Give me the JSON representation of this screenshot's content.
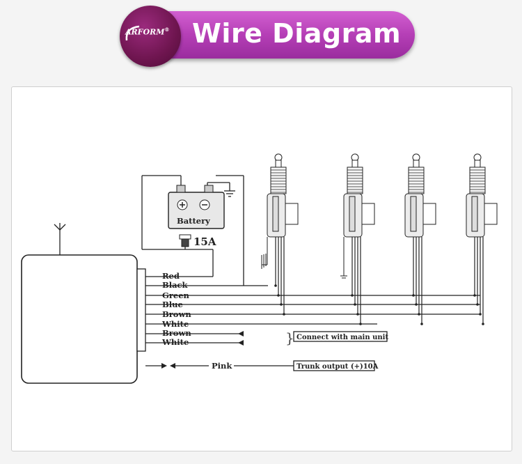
{
  "header": {
    "title": "Wire Diagram",
    "logo_text": "ARFORM",
    "logo_mark": "®"
  },
  "diagram": {
    "battery_label": "Battery",
    "fuse_label": "15A",
    "wires": {
      "red": "Red",
      "black": "Black",
      "green": "Green",
      "blue": "Blue",
      "brown": "Brown",
      "white": "White",
      "brown2": "Brown",
      "white2": "White",
      "pink": "Pink"
    },
    "brace": "}",
    "connect_label": "Connect with main unit",
    "trunk_label": "Trunk output (+)10A"
  },
  "colors": {
    "banner": "#b53fb6",
    "logo": "#6e154f",
    "line": "#222222"
  },
  "icons": [
    "antenna-icon",
    "battery-icon",
    "fuse-icon",
    "ground-icon",
    "door-actuator-icon"
  ]
}
